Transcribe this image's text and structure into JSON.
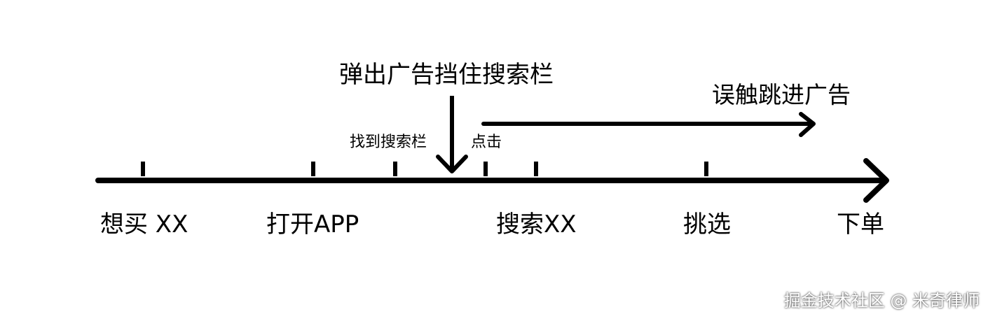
{
  "timeline": {
    "steps": [
      "想买 XX",
      "打开APP",
      "搜索XX",
      "挑选",
      "下单"
    ],
    "minor_labels": [
      "找到搜索栏",
      "点击"
    ]
  },
  "annotations": {
    "popup": "弹出广告挡住搜索栏",
    "misclick": "误触跳进广告"
  },
  "watermark": "掘金技术社区 @ 米奇律师",
  "colors": {
    "ink": "#000000",
    "background": "#ffffff"
  }
}
